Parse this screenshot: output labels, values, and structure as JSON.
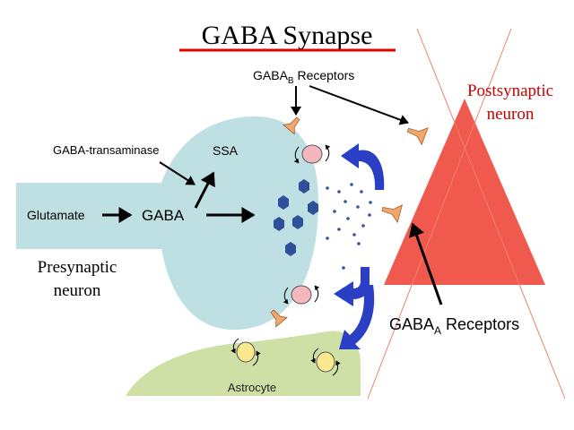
{
  "title": "GABA Synapse",
  "labels": {
    "gaba_b_main": "GABA",
    "gaba_b_sub": "B",
    "gaba_b_suffix": " Receptors",
    "postsynaptic_line1": "Postsynaptic",
    "postsynaptic_line2": "neuron",
    "gaba_transaminase": "GABA-transaminase",
    "ssa": "SSA",
    "glutamate": "Glutamate",
    "gaba": "GABA",
    "presynaptic_line1": "Presynaptic",
    "presynaptic_line2": "neuron",
    "gaba_a_main": "GABA",
    "gaba_a_sub": "A",
    "gaba_a_suffix": " Receptors",
    "astrocyte": "Astrocyte"
  },
  "colors": {
    "title_underline": "#e00000",
    "postsynaptic_text": "#cc0000",
    "presynaptic_fill": "#bfe0e3",
    "postsynaptic_fill": "#f05a4e",
    "astrocyte_fill": "#cfe0a6",
    "vesicle": "#2e4f9a",
    "reuptake_arrow": "#2a3fc4",
    "transporter_pink": "#f4b8bc",
    "transporter_yellow": "#fae88f",
    "receptor": "#f2a66b"
  }
}
